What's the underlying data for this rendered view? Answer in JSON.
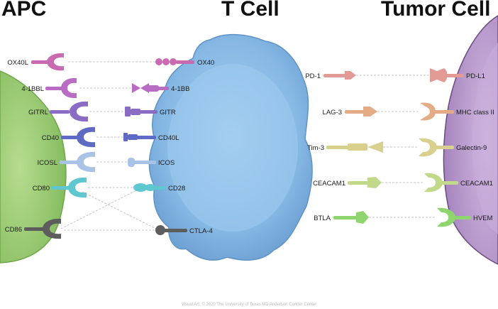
{
  "headings": {
    "apc": "APC",
    "t_cell": "T Cell",
    "tumor_cell": "Tumor Cell"
  },
  "apc_ligands": [
    {
      "label": "OX40L",
      "color": "#c96bb0"
    },
    {
      "label": "4-1BBL",
      "color": "#b86cc4"
    },
    {
      "label": "GITRL",
      "color": "#8a6cc4"
    },
    {
      "label": "CD40",
      "color": "#5e6bc4"
    },
    {
      "label": "ICOSL",
      "color": "#a9c3e6"
    },
    {
      "label": "CD80",
      "color": "#5ec7cf"
    },
    {
      "label": "CD86",
      "color": "#5d5d5d"
    }
  ],
  "tcell_receptors_left": [
    {
      "label": "OX40",
      "color": "#c96bb0"
    },
    {
      "label": "4-1BB",
      "color": "#b86cc4"
    },
    {
      "label": "GITR",
      "color": "#8a6cc4"
    },
    {
      "label": "CD40L",
      "color": "#5e6bc4"
    },
    {
      "label": "ICOS",
      "color": "#a9c3e6"
    },
    {
      "label": "CD28",
      "color": "#5ec7cf"
    },
    {
      "label": "CTLA-4",
      "color": "#5d5d5d"
    }
  ],
  "tcell_receptors_right": [
    {
      "label": "PD-1",
      "color": "#e29a94"
    },
    {
      "label": "LAG-3",
      "color": "#e3ab86"
    },
    {
      "label": "Tim-3",
      "color": "#d9d08e"
    },
    {
      "label": "CEACAM1",
      "color": "#c2d98c"
    },
    {
      "label": "BTLA",
      "color": "#8fd46e"
    }
  ],
  "tumor_ligands": [
    {
      "label": "PD-L1",
      "color": "#e29a94"
    },
    {
      "label": "MHC class II",
      "color": "#e3ab86"
    },
    {
      "label": "Galectin-9",
      "color": "#d9d08e"
    },
    {
      "label": "CEACAM1",
      "color": "#c2d98c"
    },
    {
      "label": "HVEM",
      "color": "#8fd46e"
    }
  ],
  "colors": {
    "apc_cell": "#8cc266",
    "t_cell": "#7aaee0",
    "tumor_cell": "#b496c8",
    "link": "#c4c4c4"
  },
  "credit": "Visual Art: © 2020 The University of Texas MD Anderson Cancer Center"
}
